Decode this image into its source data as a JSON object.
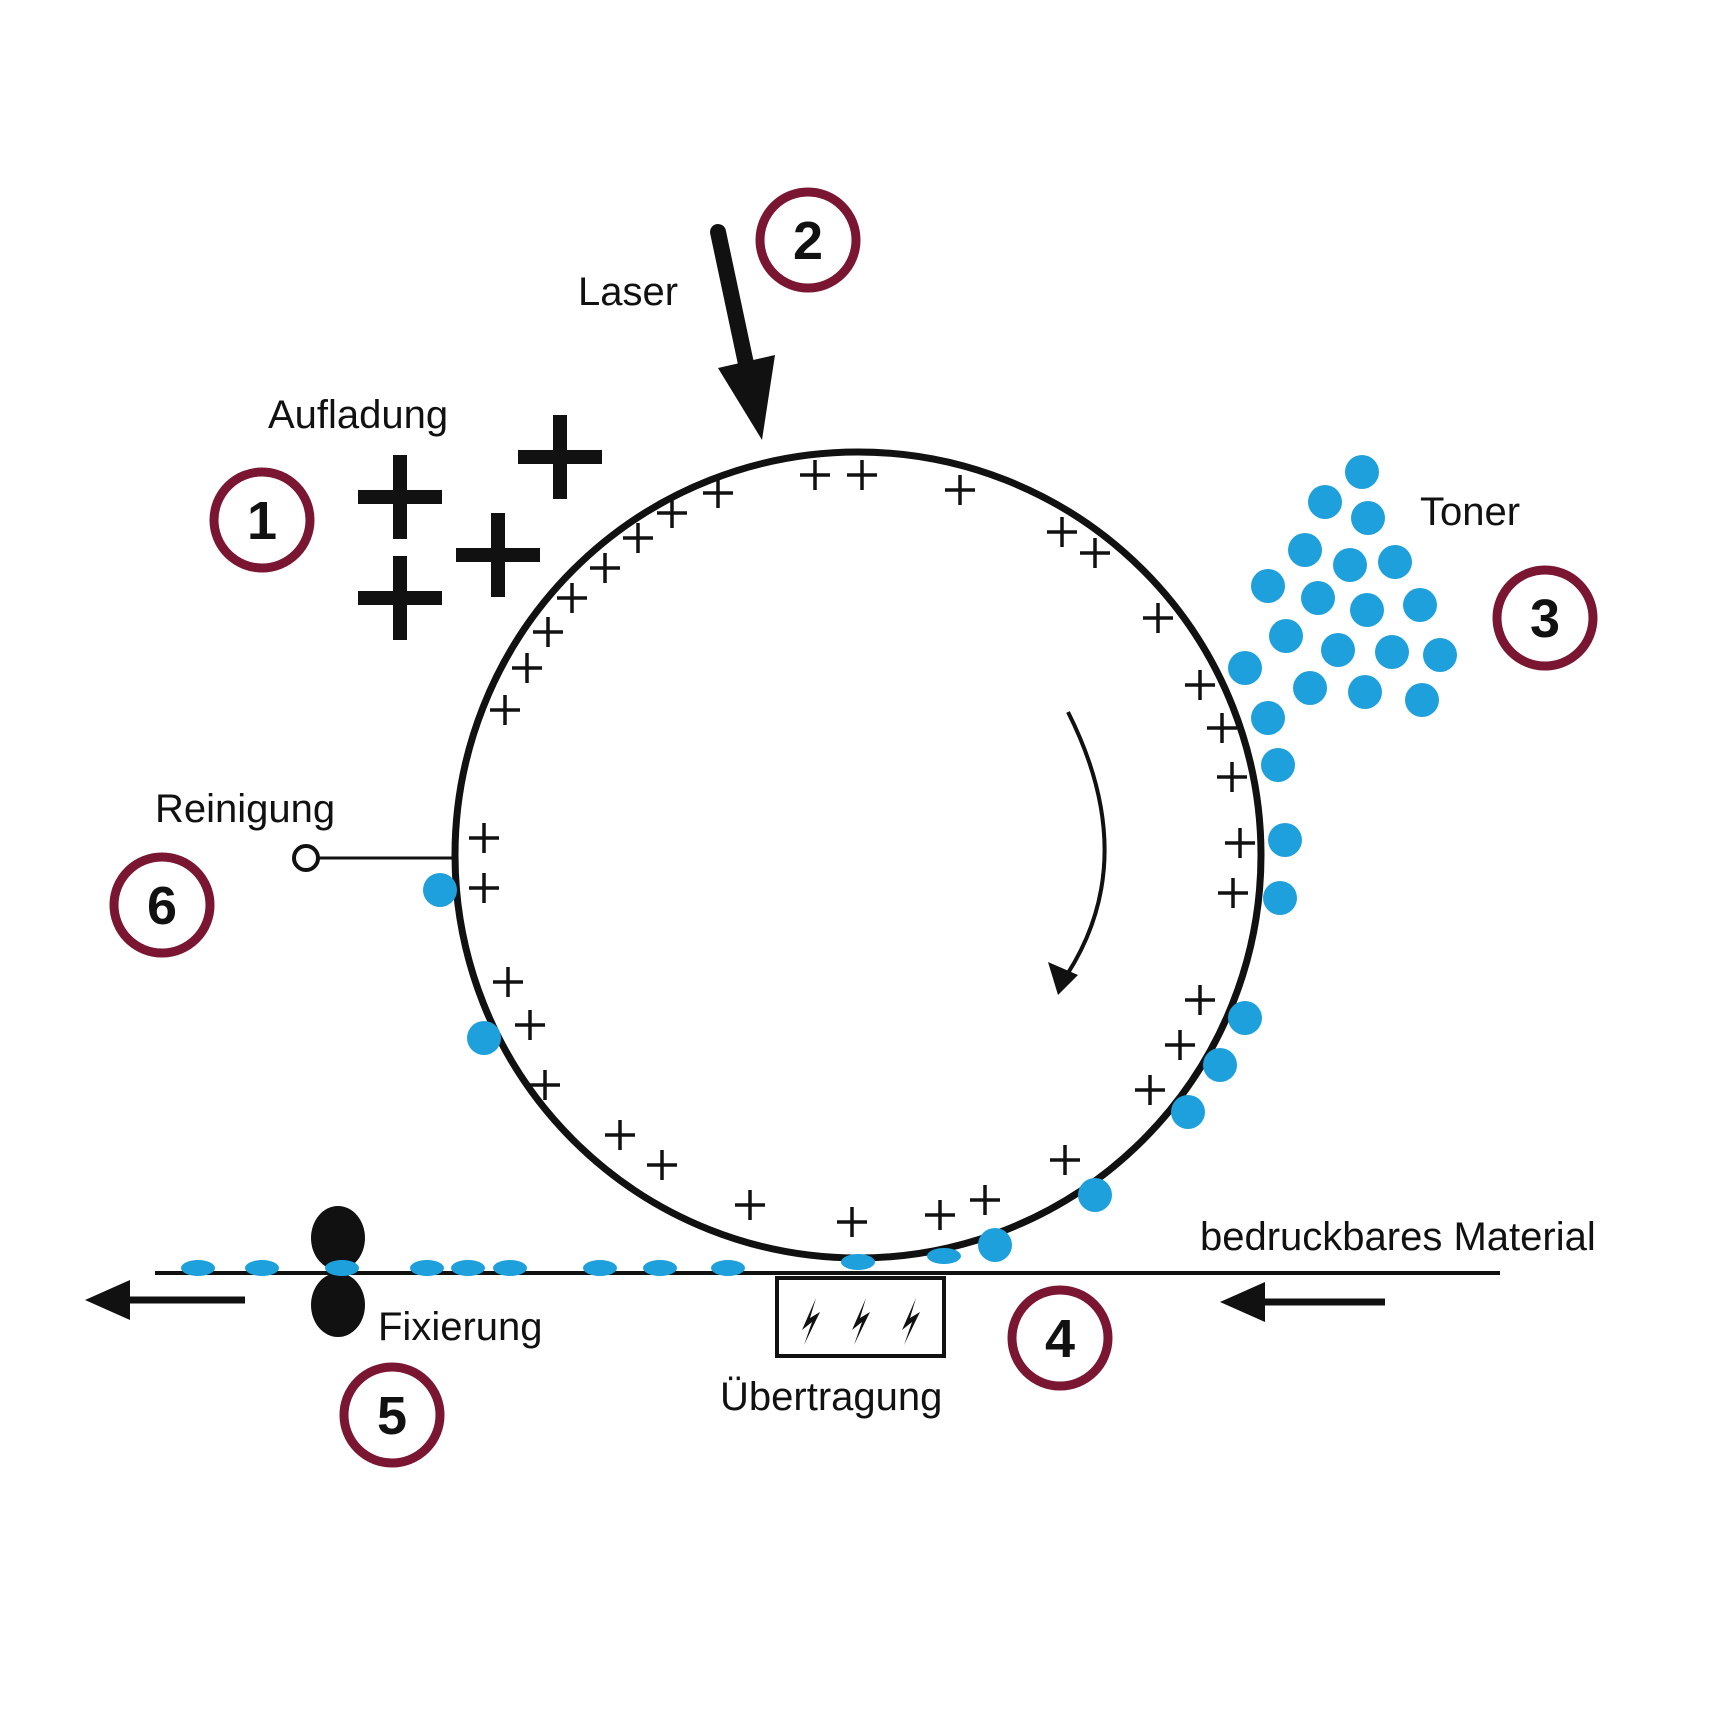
{
  "colors": {
    "ink": "#111111",
    "toner": "#1ea0dc",
    "badge_ring": "#7a1632",
    "background": "#ffffff"
  },
  "labels": {
    "charging": "Aufladung",
    "laser": "Laser",
    "toner": "Toner",
    "cleaning": "Reinigung",
    "fusing": "Fixierung",
    "transfer": "Übertragung",
    "media": "bedruckbares Material"
  },
  "steps": [
    {
      "number": "1",
      "name": "charging"
    },
    {
      "number": "2",
      "name": "laser"
    },
    {
      "number": "3",
      "name": "toner"
    },
    {
      "number": "4",
      "name": "transfer"
    },
    {
      "number": "5",
      "name": "fusing"
    },
    {
      "number": "6",
      "name": "cleaning"
    }
  ],
  "icons": {
    "drum": "drum-circle",
    "rotation": "rotation-arrow-icon",
    "laser_arrow": "laser-arrow-icon",
    "transfer_unit": "lightning-icon",
    "fuser_rollers": "fuser-roller-icon",
    "feed_in": "arrow-left-icon",
    "feed_out": "arrow-left-icon"
  }
}
